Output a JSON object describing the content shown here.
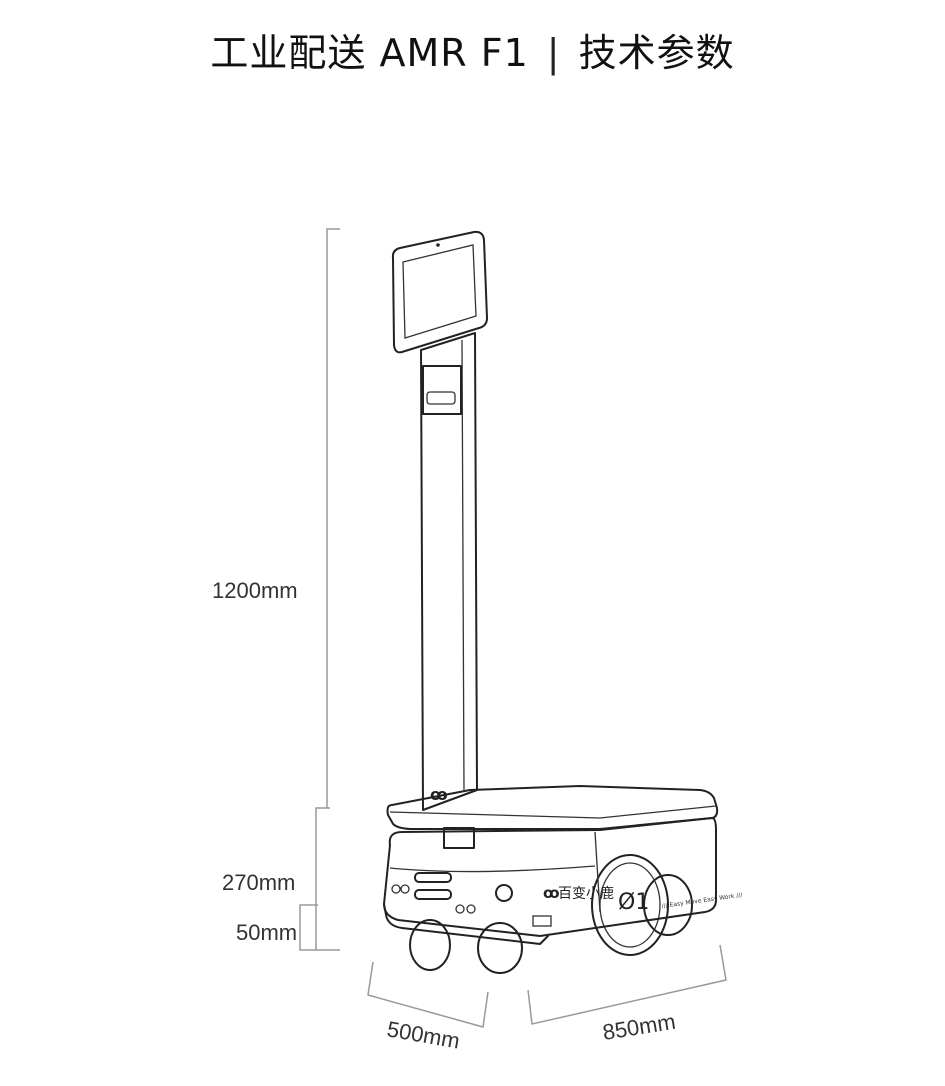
{
  "header": {
    "title_left": "工业配送 AMR F1",
    "separator": "|",
    "title_right": "技术参数"
  },
  "dimensions": {
    "total_height": "1200mm",
    "base_height": "270mm",
    "ground_clearance": "50mm",
    "width": "500mm",
    "length": "850mm"
  },
  "robot": {
    "brand_text": "百变小鹿",
    "model_badge": "Ø1",
    "slogan": "/// Easy Move Easy Work ///"
  }
}
